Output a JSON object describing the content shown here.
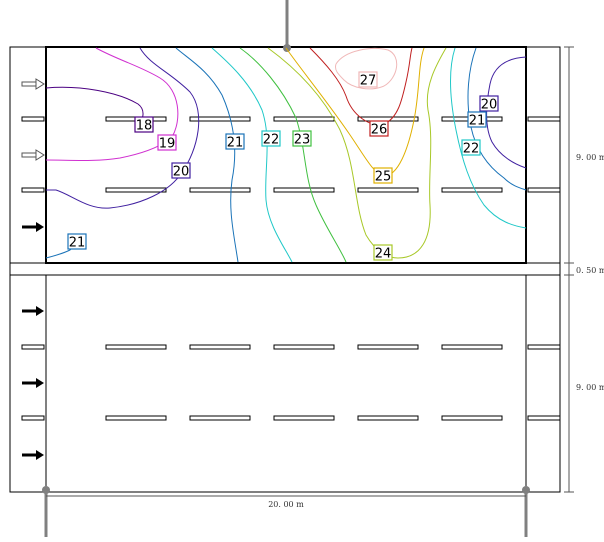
{
  "dimensions": {
    "width_label": "20. 00 m",
    "height_top_label": "9. 00 m",
    "gap_label": "0. 50 m",
    "height_bottom_label": "9. 00 m"
  },
  "contour_labels": [
    "18",
    "19",
    "20",
    "20",
    "21",
    "21",
    "21",
    "22",
    "22",
    "23",
    "24",
    "25",
    "26",
    "27"
  ],
  "contour_colors": {
    "18": "#4b0082",
    "19": "#d030d0",
    "20": "#4020a0",
    "21": "#1a73b8",
    "22": "#20c8c8",
    "23": "#40c040",
    "24": "#a8c828",
    "25": "#e0b000",
    "26": "#c02020",
    "27": "#f0b8b8"
  },
  "icons": {
    "arrows_top_section": [
      "hollow-arrow-icon",
      "hollow-arrow-icon",
      "filled-arrow-icon"
    ],
    "arrows_bottom_section": [
      "filled-arrow-icon",
      "filled-arrow-icon",
      "filled-arrow-icon"
    ]
  }
}
